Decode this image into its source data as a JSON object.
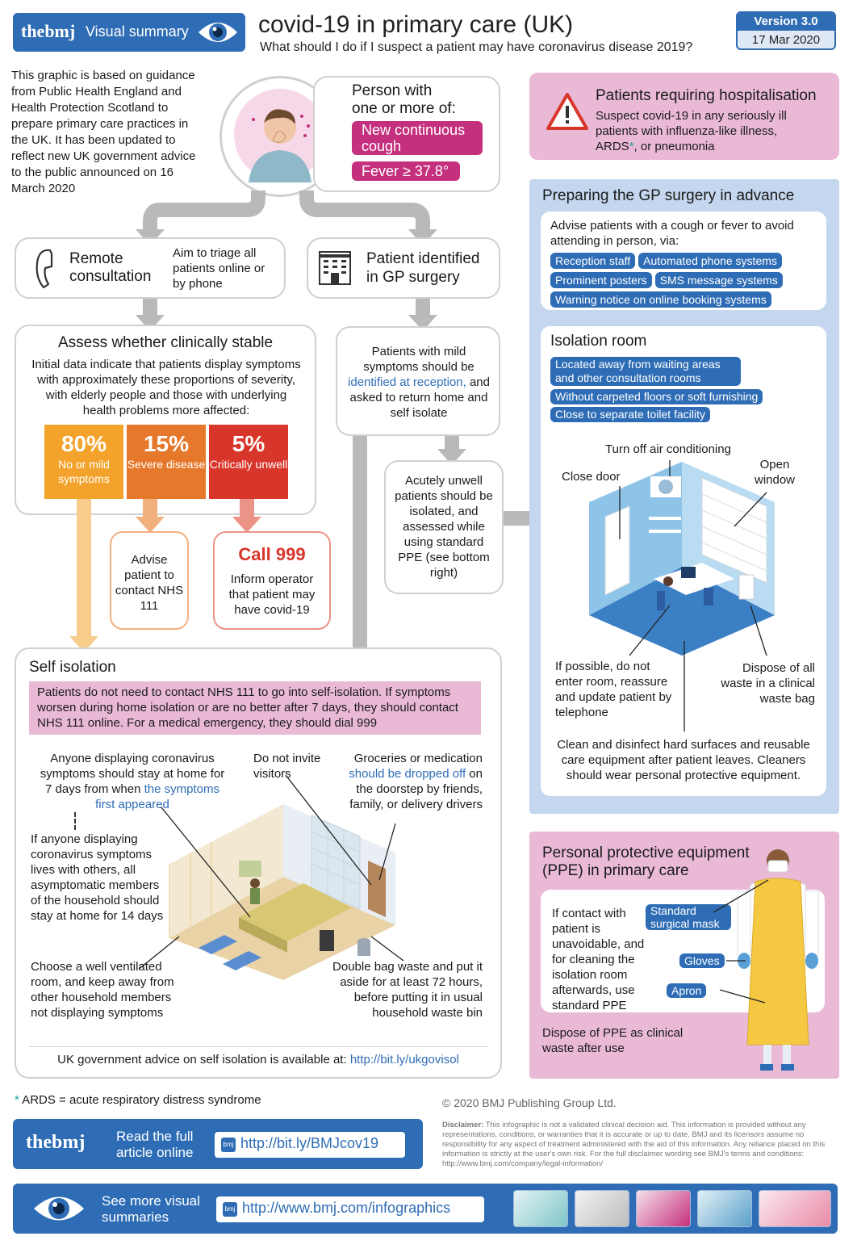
{
  "header": {
    "brand": "thebmj",
    "badge_label": "Visual summary",
    "title": "covid-19 in primary care (UK)",
    "subtitle": "What should I do if I suspect a patient may have coronavirus disease 2019?",
    "version": "Version 3.0",
    "date": "17 Mar 2020"
  },
  "intro": {
    "text": "This graphic is based on guidance from Public Health England and Health Protection Scotland to prepare primary care practices in the UK. It has been updated to reflect new UK government advice to the public announced on 16 March 2020"
  },
  "person": {
    "heading_1": "Person with",
    "heading_2": "one or more of:",
    "symptom_cough": "New continuous cough",
    "symptom_fever": "Fever ≥ 37.8°"
  },
  "remote": {
    "title_1": "Remote",
    "title_2": "consultation",
    "note": "Aim to triage all patients online or by phone"
  },
  "gp_identified": {
    "title_1": "Patient identified",
    "title_2": "in GP surgery"
  },
  "assess": {
    "title": "Assess whether clinically stable",
    "text": "Initial data indicate that patients display symptoms with approximately these proportions of severity, with elderly people and those with underlying health problems more affected:",
    "severity": [
      {
        "pct": "80%",
        "label": "No or mild symptoms",
        "color": "#f3a32b"
      },
      {
        "pct": "15%",
        "label": "Severe disease",
        "color": "#e6782b"
      },
      {
        "pct": "5%",
        "label": "Critically unwell",
        "color": "#d9362b"
      }
    ]
  },
  "mild_gp": {
    "text_1": "Patients with mild symptoms should be ",
    "text_hl": "identified at reception,",
    "text_2": " and asked to return home and self isolate"
  },
  "acute": {
    "text": "Acutely unwell patients should be isolated, and assessed while using standard PPE (see bottom right)"
  },
  "nhs111": {
    "text": "Advise patient to contact NHS 111"
  },
  "call999": {
    "title": "Call 999",
    "text": "Inform operator that patient may have covid-19"
  },
  "hospital": {
    "title": "Patients requiring hospitalisation",
    "text_1": "Suspect covid-19 in any seriously ill patients with influenza-like illness, ARDS",
    "asterisk": "*",
    "text_2": ", or pneumonia"
  },
  "prepare": {
    "title": "Preparing the GP surgery in advance",
    "text": "Advise patients with a cough or fever to avoid attending in person, via:",
    "tags": [
      "Reception staff",
      "Automated phone systems",
      "Prominent posters",
      "SMS message systems",
      "Warning notice on online booking systems"
    ]
  },
  "isolation_room": {
    "title": "Isolation room",
    "tags": [
      "Located away from waiting areas and other consultation rooms",
      "Without carpeted floors or soft furnishing",
      "Close to separate toilet facility"
    ],
    "labels": {
      "aircon": "Turn off air conditioning",
      "door": "Close door",
      "window": "Open window",
      "enter": "If possible, do not enter room, reassure and update patient by telephone",
      "waste": "Dispose of all waste in a clinical waste bag",
      "clean": "Clean and disinfect hard surfaces and reusable care equipment after patient leaves. Cleaners should wear personal protective equipment."
    }
  },
  "self_isolation": {
    "title": "Self isolation",
    "banner": "Patients do not need to contact NHS 111 to go into self-isolation. If symptoms worsen during home isolation or are no better after 7 days, they should contact NHS 111 online. For a medical emergency, they should dial 999",
    "stay_home_1": "Anyone displaying coronavirus symptoms should stay at home for 7 days from when ",
    "stay_home_hl": "the symptoms first appeared",
    "visitors": "Do not invite visitors",
    "groceries_1": "Groceries or medication ",
    "groceries_hl": "should be dropped off",
    "groceries_2": " on the doorstep by friends, family, or delivery drivers",
    "household": "If anyone displaying coronavirus symptoms lives with others, all asymptomatic members of the household should stay at home for 14 days",
    "room": "Choose a well ventilated room, and keep away from other household members not displaying symptoms",
    "waste": "Double bag waste and put it aside for at least 72 hours, before putting it in usual household waste bin",
    "advice_prefix": "UK government advice on self isolation is available at: ",
    "advice_link": "http://bit.ly/ukgovisol"
  },
  "ppe": {
    "title_1": "Personal protective equipment",
    "title_2": "(PPE) in primary care",
    "text": "If contact with patient is unavoidable, and for cleaning the isolation room afterwards, use standard PPE",
    "mask": "Standard surgical mask",
    "gloves": "Gloves",
    "apron": "Apron",
    "dispose": "Dispose of PPE as clinical waste after use"
  },
  "footer": {
    "ards_asterisk": "*",
    "ards": " ARDS = acute respiratory distress syndrome",
    "copyright": "© 2020 BMJ Publishing Group Ltd.",
    "disclaimer_label": "Disclaimer:",
    "disclaimer": " This infographic is not a validated clinical decision aid. This information is provided without any representations, conditions, or warranties that it is accurate or up to date. BMJ and its licensors assume no responsibility for any aspect of treatment administered with the aid of this information. Any reliance placed on this information is strictly at the user's own risk. For the full disclaimer wording see BMJ's terms and conditions: http://www.bmj.com/company/legal-information/",
    "brand": "thebmj",
    "read_full": "Read the full article online",
    "article_link": "http://bit.ly/BMJcov19",
    "see_more": "See more visual summaries",
    "infographics_link": "http://www.bmj.com/infographics",
    "bmj_mini": "bmj"
  },
  "colors": {
    "bmj_blue": "#2e6db5",
    "light_blue_panel": "#c4d7ee",
    "pink_panel": "#e9b9d6",
    "magenta": "#c5307e",
    "grey_arrow": "#b9b9b9",
    "highlight_text": "#2e6db5",
    "red": "#d9362b"
  }
}
